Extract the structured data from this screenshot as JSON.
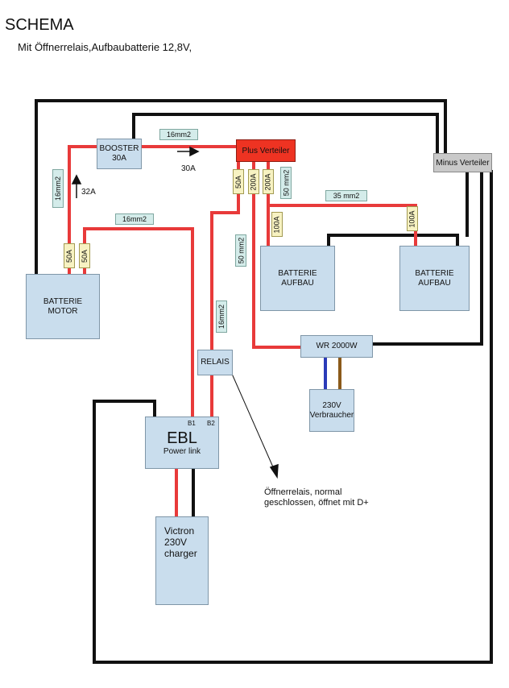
{
  "header": {
    "title": "SCHEMA",
    "subtitle": "Mit Öffnerrelais,Aufbaubatterie 12,8V,"
  },
  "components": {
    "booster": "BOOSTER\n30A",
    "plus_verteiler": "Plus Verteiler",
    "minus_verteiler": "Minus Verteiler",
    "batterie_motor": "BATTERIE\nMOTOR",
    "batterie_aufbau_1": "BATTERIE\nAUFBAU",
    "batterie_aufbau_2": "BATTERIE\nAUFBAU",
    "wr": "WR 2000W",
    "verbraucher": "230V\nVerbraucher",
    "relais": "RELAIS",
    "ebl_title": "EBL",
    "ebl_sub": "Power link",
    "ebl_b1": "B1",
    "ebl_b2": "B2",
    "victron": "Victron\n230V\ncharger"
  },
  "cable_labels": {
    "top_16mm2": "16mm2",
    "left_16mm2": "16mm2",
    "mid_16mm2": "16mm2",
    "relais_16mm2": "16mm2",
    "distributor_50mm2": "50 mm2",
    "vert_50mm2": "50 mm2",
    "battery_35mm2": "35 mm2"
  },
  "fuses": {
    "motor_left": "50A",
    "motor_right": "50A",
    "pv_50a": "50A",
    "pv_200a_1": "200A",
    "pv_200a_2": "200A",
    "aufbau1": "100A",
    "aufbau2": "100A"
  },
  "current_labels": {
    "booster_out": "30A",
    "motor_up": "32A"
  },
  "note": "Öffnerrelais, normal geschlossen, öffnet mit D+",
  "colors": {
    "positive_wire": "#e83a3a",
    "negative_wire": "#111111",
    "ac_blue": "#2b3bb8",
    "ac_brown": "#8b5a1a"
  }
}
